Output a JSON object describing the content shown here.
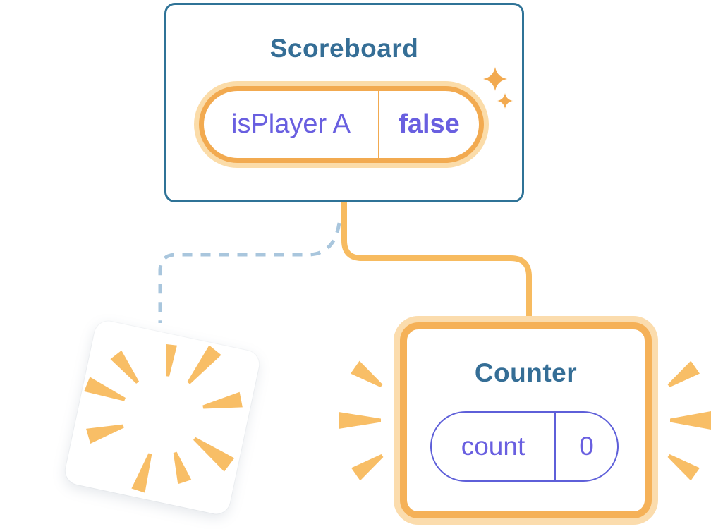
{
  "scoreboard": {
    "title": "Scoreboard",
    "state": {
      "label": "isPlayer A",
      "value": "false"
    }
  },
  "counter": {
    "title": "Counter",
    "state": {
      "label": "count",
      "value": "0"
    }
  },
  "icons": {
    "sparkles": "sparkles-icon",
    "poof_burst": "poof-burst-icon",
    "emphasis_burst": "emphasis-burst-icon"
  },
  "colors": {
    "card_border_blue": "#2F7397",
    "heading_teal": "#356E96",
    "orange_strong": "#F2AA50",
    "orange_line": "#F7BB60",
    "orange_light": "#FBDCA9",
    "wedge_orange": "#F8BE66",
    "purple_text": "#695FE0",
    "purple_border": "#5E5FD9",
    "dashed_blue": "#A9C6DD",
    "card_bg": "#FFFFFF"
  }
}
